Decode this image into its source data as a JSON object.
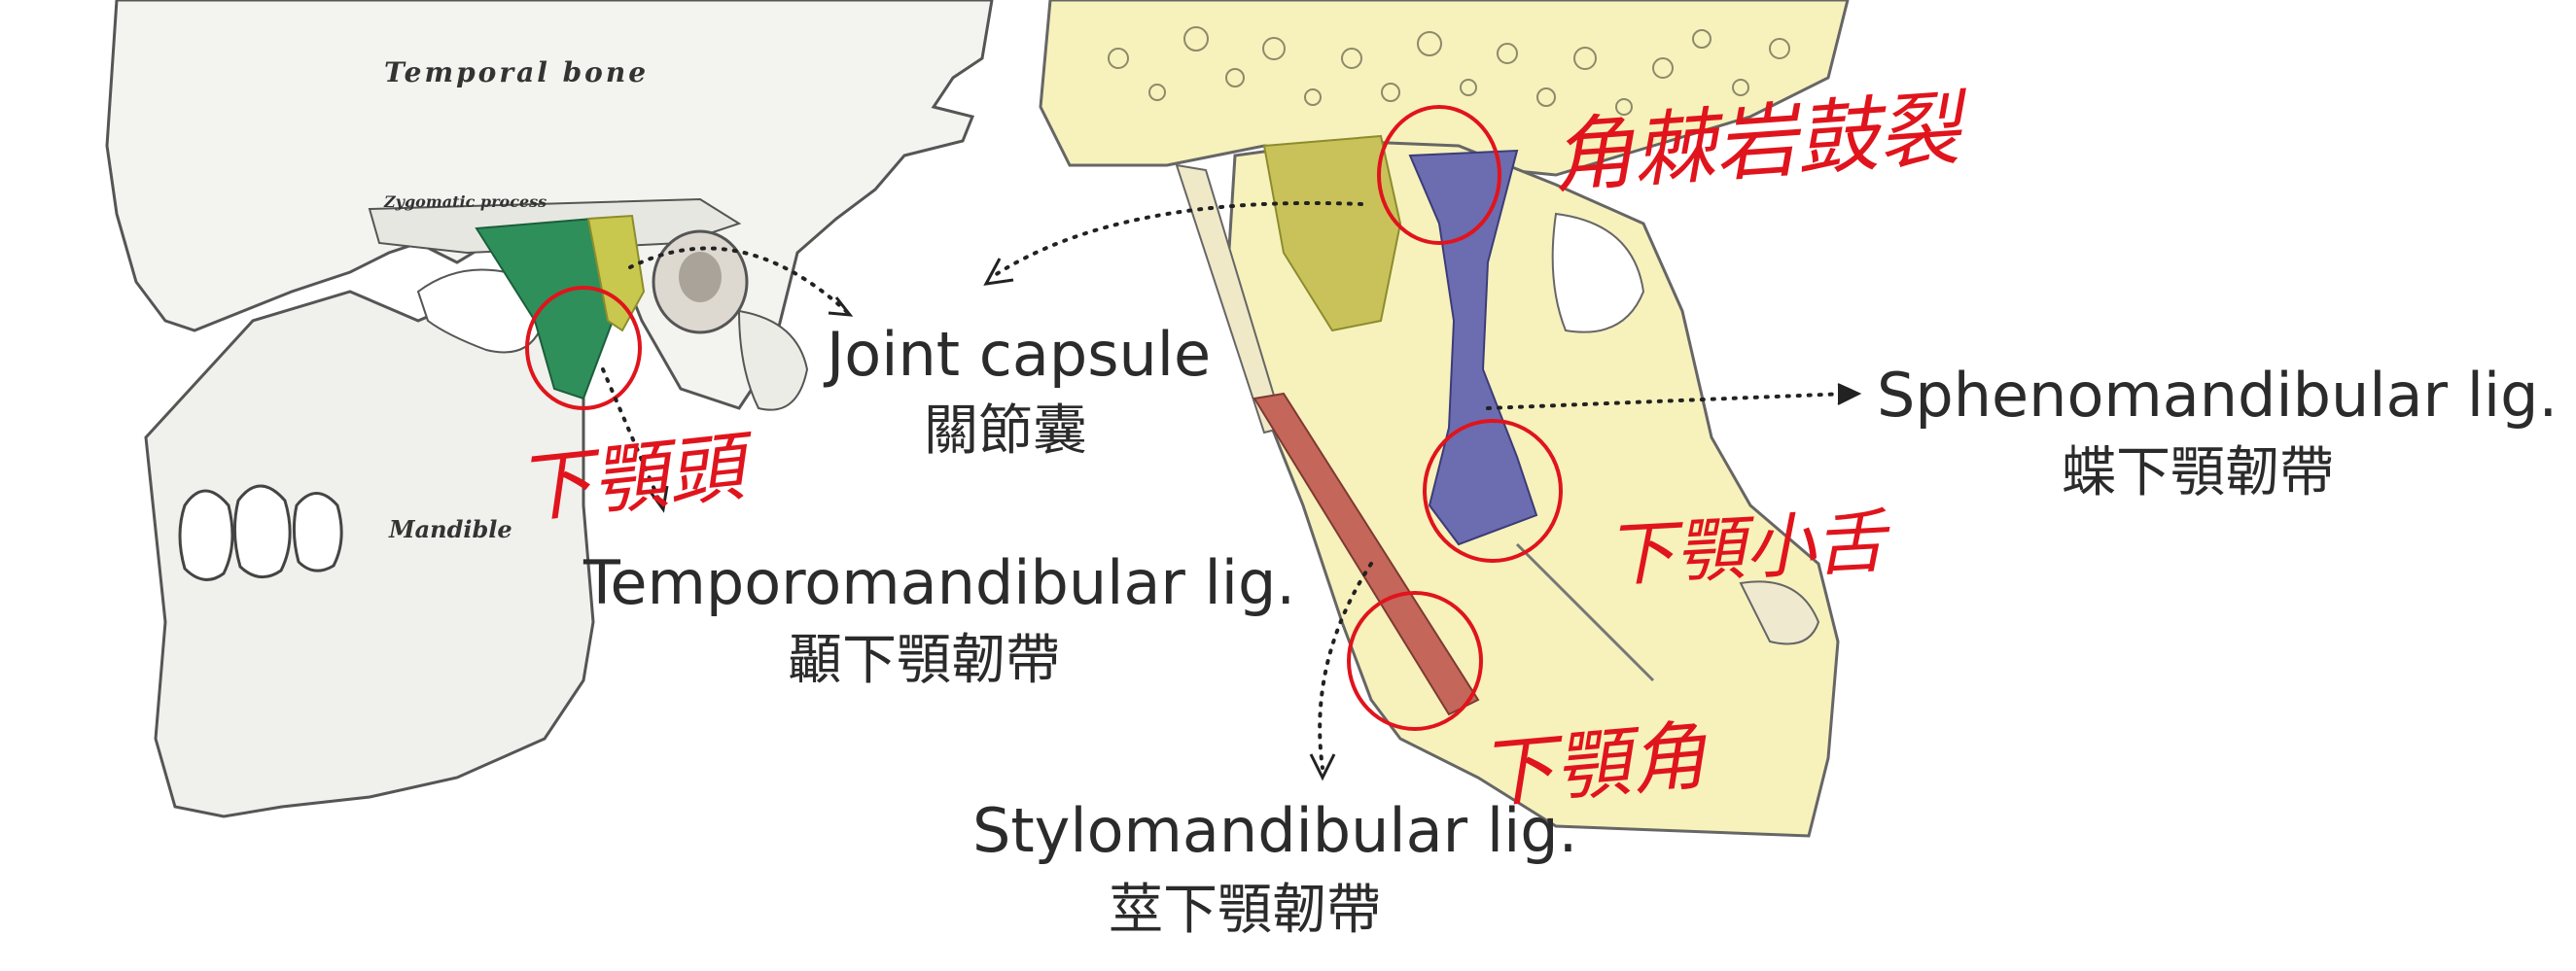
{
  "diagram": {
    "left_panel": {
      "bone_labels": [
        "Temporal bone",
        "Zygomatic process",
        "Mandible"
      ],
      "label_joint_capsule_en": "Joint capsule",
      "label_joint_capsule_zh": "關節囊",
      "label_temporomandibular_en": "Temporomandibular lig.",
      "label_temporomandibular_zh": "顳下顎韌帶",
      "handwritten_note_condyle": "下顎頭"
    },
    "right_panel": {
      "label_sphenomandibular_en": "Sphenomandibular lig.",
      "label_sphenomandibular_zh": "蝶下顎韌帶",
      "label_stylomandibular_en": "Stylomandibular lig.",
      "label_stylomandibular_zh": "莖下顎韌帶",
      "handwritten_note_fissure": "角棘岩鼓裂",
      "handwritten_note_lingula": "下顎小舌",
      "handwritten_note_angle": "下顎角"
    },
    "colors": {
      "temporomandibular_ligament": "#2e8f5a",
      "joint_capsule": "#c8c84e",
      "sphenomandibular_ligament": "#6c6cb0",
      "stylomandibular_ligament": "#c4665a",
      "bone_fill": "#f7f1bc",
      "annotation_ink": "#e0141c"
    }
  }
}
